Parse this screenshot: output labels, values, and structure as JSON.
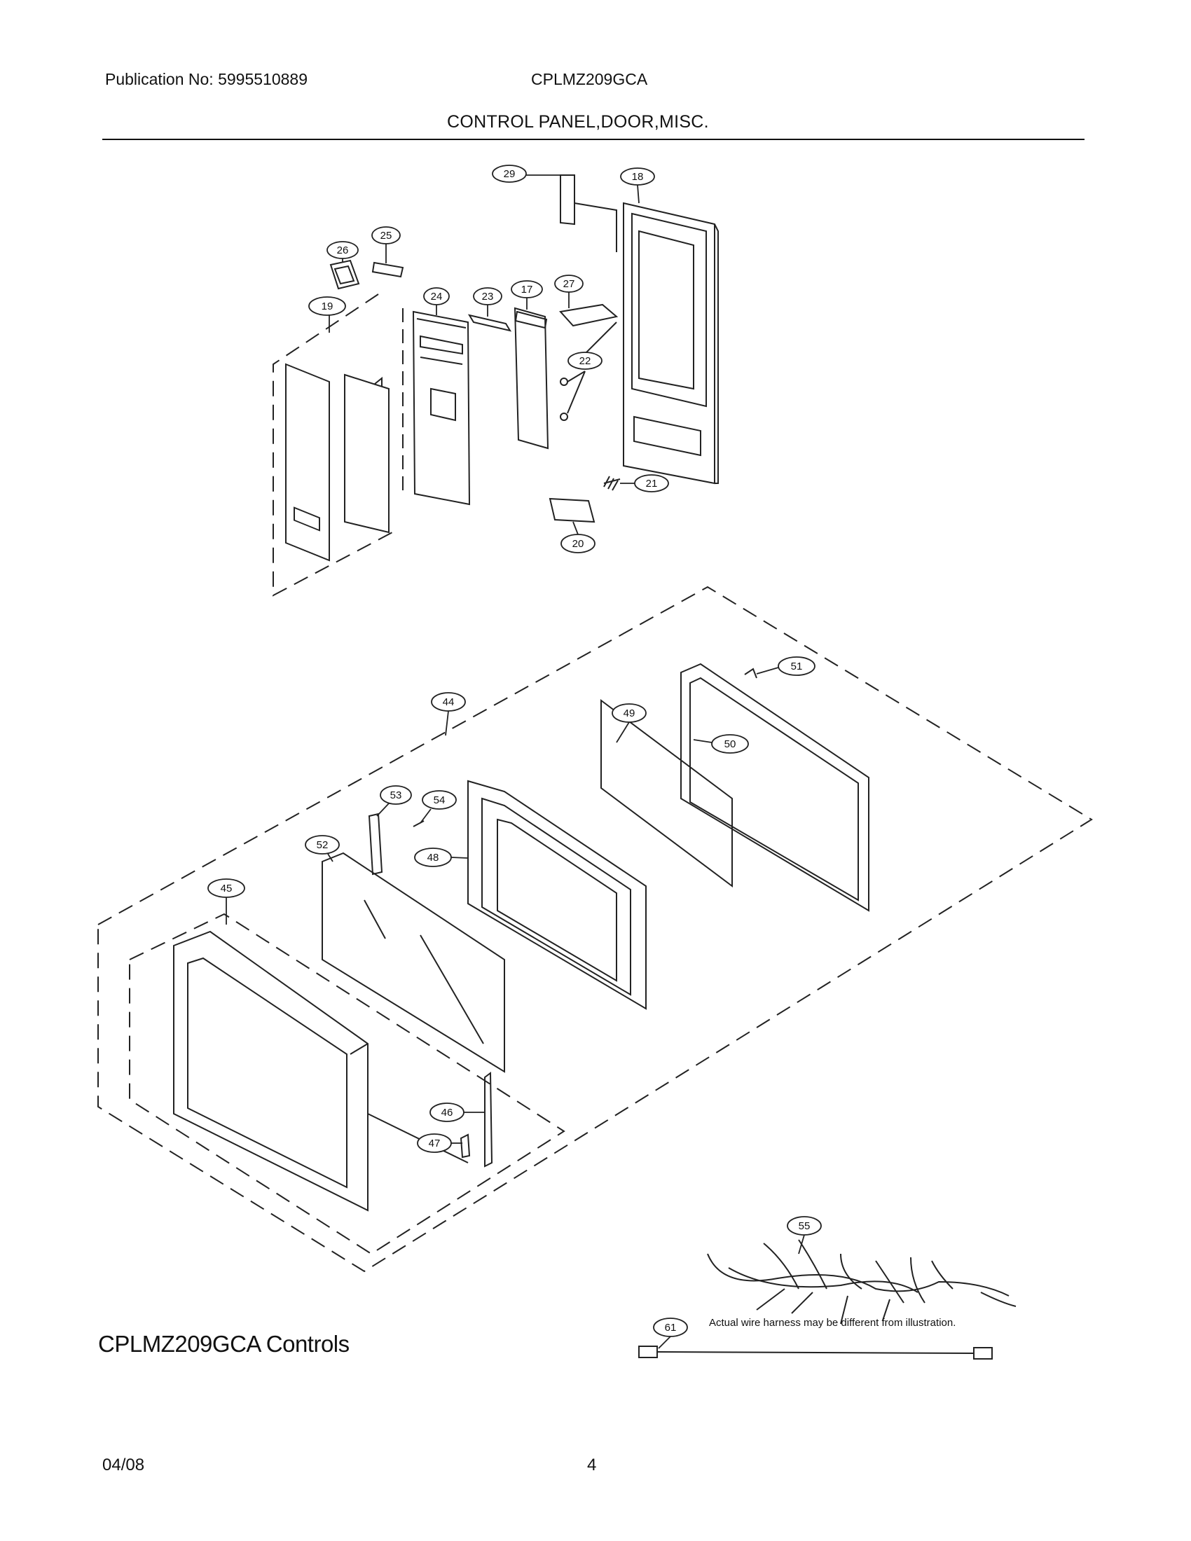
{
  "header": {
    "publication": "Publication No: 5995510889",
    "model": "CPLMZ209GCA",
    "section_title": "CONTROL PANEL,DOOR,MISC."
  },
  "callouts": [
    {
      "id": "c29",
      "label": "29"
    },
    {
      "id": "c18",
      "label": "18"
    },
    {
      "id": "c26",
      "label": "26"
    },
    {
      "id": "c25",
      "label": "25"
    },
    {
      "id": "c24",
      "label": "24"
    },
    {
      "id": "c23",
      "label": "23"
    },
    {
      "id": "c17",
      "label": "17"
    },
    {
      "id": "c27",
      "label": "27"
    },
    {
      "id": "c19",
      "label": "19"
    },
    {
      "id": "c22",
      "label": "22"
    },
    {
      "id": "c21",
      "label": "21"
    },
    {
      "id": "c20",
      "label": "20"
    },
    {
      "id": "c51",
      "label": "51"
    },
    {
      "id": "c44",
      "label": "44"
    },
    {
      "id": "c49",
      "label": "49"
    },
    {
      "id": "c50",
      "label": "50"
    },
    {
      "id": "c53",
      "label": "53"
    },
    {
      "id": "c54",
      "label": "54"
    },
    {
      "id": "c52",
      "label": "52"
    },
    {
      "id": "c48",
      "label": "48"
    },
    {
      "id": "c45",
      "label": "45"
    },
    {
      "id": "c46",
      "label": "46"
    },
    {
      "id": "c47",
      "label": "47"
    },
    {
      "id": "c55",
      "label": "55"
    },
    {
      "id": "c61",
      "label": "61"
    }
  ],
  "harness_note": "Actual wire harness may be different from illustration.",
  "footer": {
    "controls_label": "CPLMZ209GCA Controls",
    "date": "04/08",
    "page": "4"
  }
}
